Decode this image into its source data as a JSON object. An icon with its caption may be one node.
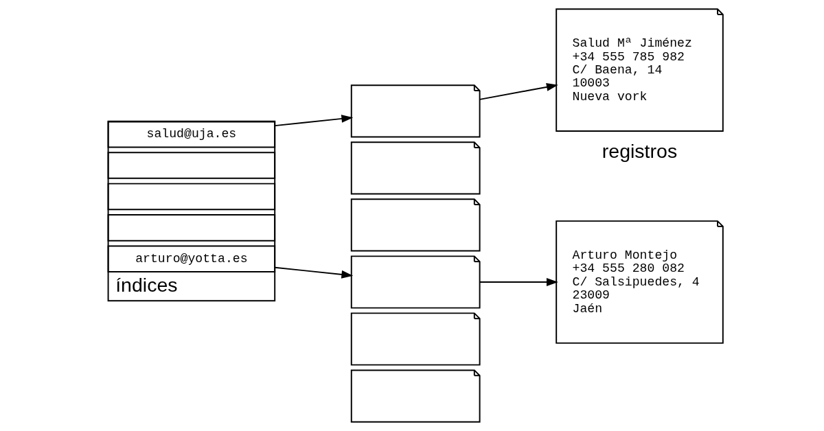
{
  "diagram": {
    "nodes": [
      {
        "text": [
          "índices"
        ]
      },
      {
        "text": [
          "salud@uja.es"
        ],
        "in": 0
      },
      {
        "text": [],
        "shape": "box",
        "in": 0
      },
      {
        "text": [],
        "shape": "box",
        "in": 0
      },
      {
        "text": [],
        "shape": "box",
        "in": 0
      },
      {
        "text": [
          "arturo@yotta.es"
        ],
        "in": 0
      },
      {
        "text": [],
        "shape": "document"
      },
      {
        "text": [],
        "shape": "document"
      },
      {
        "text": [],
        "shape": "document"
      },
      {
        "text": [],
        "shape": "document"
      },
      {
        "text": [],
        "shape": "document"
      },
      {
        "text": [],
        "shape": "document"
      },
      {
        "text": [
          "Arturo Montejo",
          "+34 555 280 082",
          "C/ Salsipuedes, 4",
          "23009",
          "Jaén"
        ]
      },
      {
        "text": [
          "Salud Mª Jiménez",
          "+34 555 785 982",
          "C/ Baena, 14",
          "10003",
          "Nueva vork"
        ]
      }
    ],
    "edges": [
      {
        "from": 1,
        "to": 6,
        "arrow": "to"
      },
      {
        "from": 5,
        "to": 9,
        "arrow": "to"
      },
      {
        "from": 9,
        "to": 12,
        "arrow": "to"
      },
      {
        "from": 6,
        "to": 13,
        "arrow": "to"
      }
    ],
    "labels": [
      "registros"
    ]
  }
}
